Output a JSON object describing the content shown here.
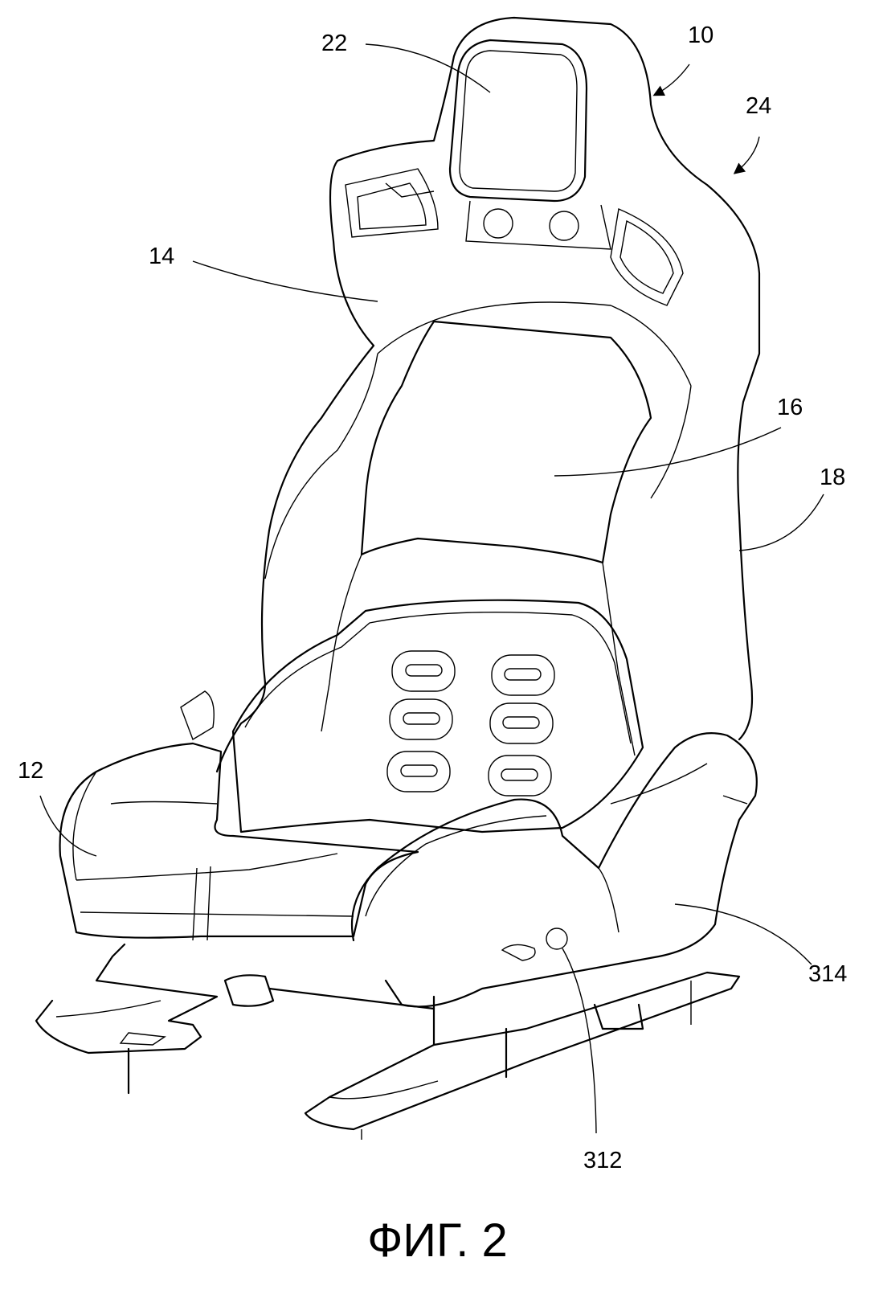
{
  "figure": {
    "caption": "ФИГ. 2",
    "labels": {
      "seat_assembly": "10",
      "seat_bottom": "12",
      "seatback": "14",
      "seatback_front": "16",
      "seatback_rear": "18",
      "headrest": "22",
      "seat_arrow": "24",
      "control_switch": "312",
      "side_trim": "314"
    }
  }
}
